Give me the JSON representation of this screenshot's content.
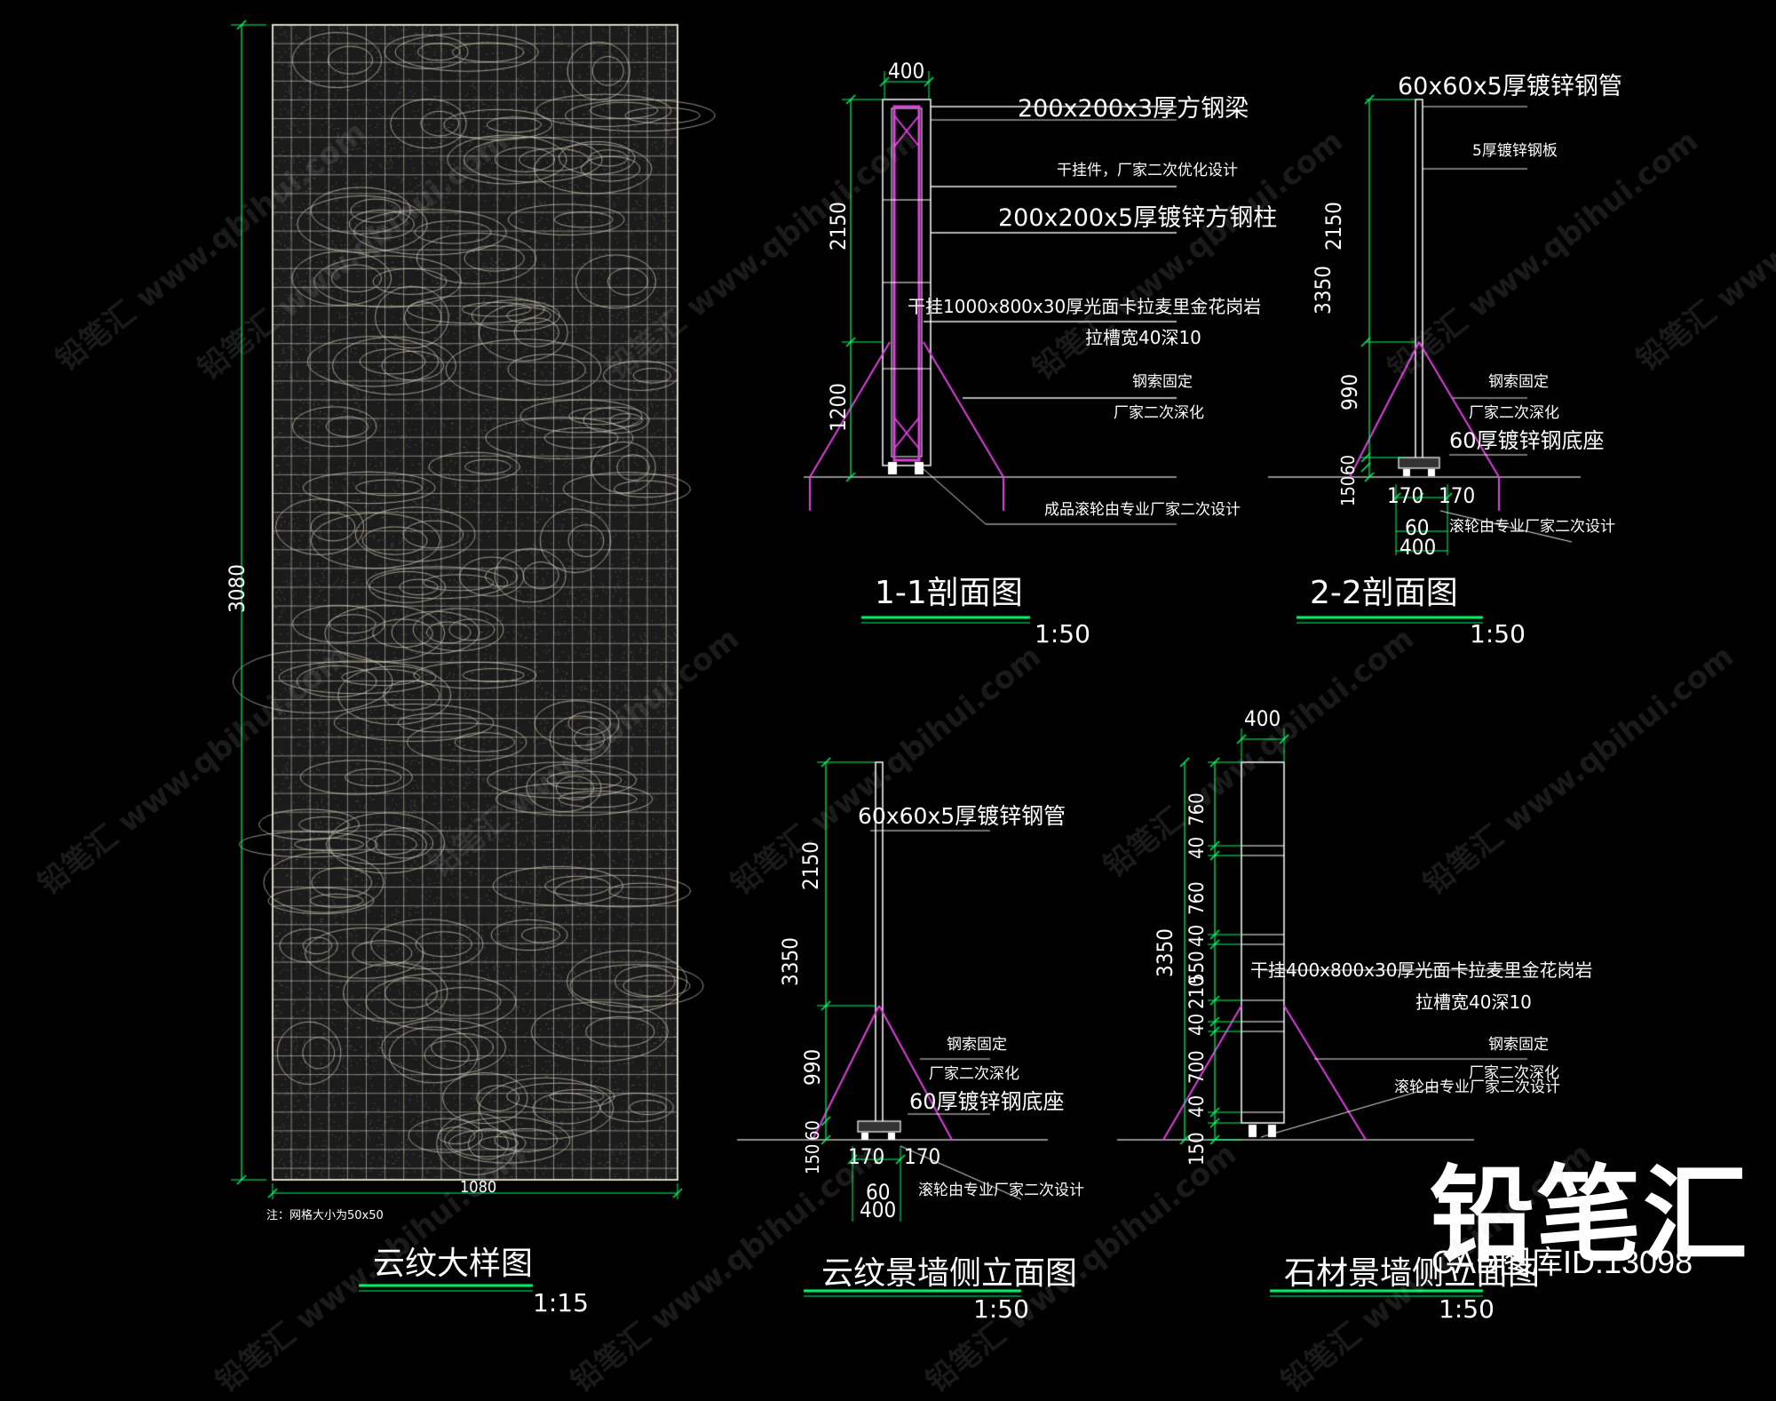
{
  "panel_cloud": {
    "title": "云纹大样图",
    "scale": "1:15",
    "width": "1080",
    "height": "3080",
    "note": "注：网格大小为50x50"
  },
  "section_1": {
    "title": "1-1剖面图",
    "scale": "1:50",
    "dim_top": "400",
    "dim_upper": "2150",
    "dim_lower": "1200",
    "labels": [
      "200x200x3厚方钢梁",
      "干挂件，厂家二次优化设计",
      "200x200x5厚镀锌方钢柱",
      "干挂1000x800x30厚光面卡拉麦里金花岗岩",
      "拉槽宽40深10",
      "钢索固定",
      "厂家二次深化",
      "成品滚轮由专业厂家二次设计"
    ]
  },
  "section_2": {
    "title": "2-2剖面图",
    "scale": "1:50",
    "dim_total": "3350",
    "dim_upper": "2150",
    "dim_mid": "990",
    "dim_b1": "60",
    "dim_b2": "150",
    "dim_w1": "170",
    "dim_w2": "170",
    "dim_w3": "60",
    "dim_w4": "400",
    "labels": [
      "60x60x5厚镀锌钢管",
      "5厚镀锌钢板",
      "钢索固定",
      "厂家二次深化",
      "60厚镀锌钢底座",
      "滚轮由专业厂家二次设计"
    ]
  },
  "elev_cloud": {
    "title": "云纹景墙侧立面图",
    "scale": "1:50",
    "dim_total": "3350",
    "dim_upper": "2150",
    "dim_mid": "990",
    "dim_b1": "60",
    "dim_b2": "150",
    "dim_w1": "170",
    "dim_w2": "170",
    "dim_w3": "60",
    "dim_w4": "400",
    "labels": [
      "60x60x5厚镀锌钢管",
      "钢索固定",
      "厂家二次深化",
      "60厚镀锌钢底座",
      "滚轮由专业厂家二次设计"
    ]
  },
  "elev_stone": {
    "title": "石材景墙侧立面图",
    "scale": "1:50",
    "dim_top": "400",
    "dim_total": "3350",
    "dims_right": [
      "760",
      "40",
      "760",
      "40",
      "550",
      "210",
      "40",
      "700",
      "40",
      "150"
    ],
    "labels": [
      "干挂400x800x30厚光面卡拉麦里金花岗岩",
      "拉槽宽40深10",
      "钢索固定",
      "厂家二次深化",
      "滚轮由专业厂家二次设计"
    ]
  },
  "brand": {
    "name": "铅笔汇",
    "id_text": "CAD图库ID:13098",
    "watermark": "铅笔汇  www.qbihui.com"
  },
  "colors": {
    "line": "#ffffff",
    "dim": "#00ff66",
    "cable": "#e040e0",
    "ground": "#bbbbbb",
    "panel_line": "#d8d8c0"
  }
}
